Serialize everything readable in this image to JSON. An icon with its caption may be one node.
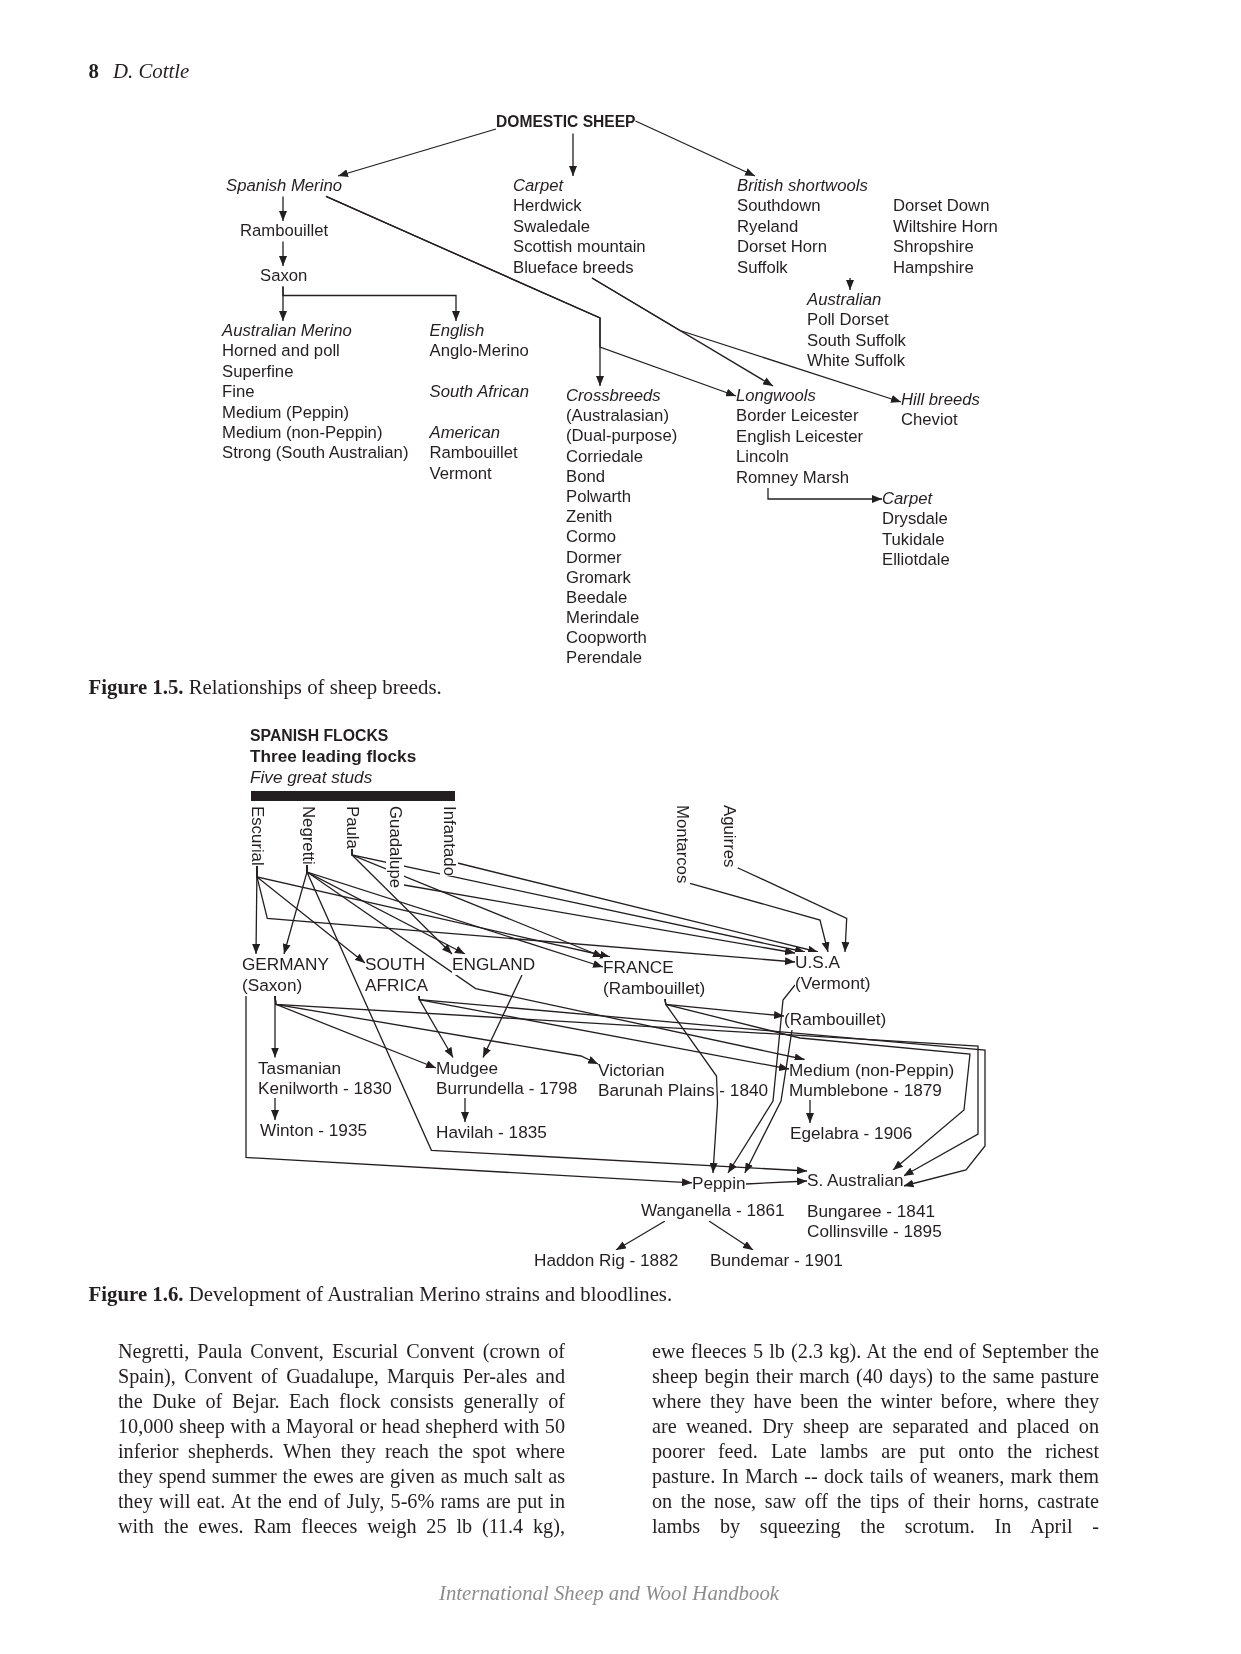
{
  "diagram": {
    "nodes": [
      {
        "text": [
          "DOMESTIC SHEEP"
        ]
      },
      {
        "text": [
          "Spanish Merino"
        ]
      },
      {
        "text": [
          "Carpet",
          "Herdwick",
          "Swaledale",
          "Scottish mountain",
          "Blueface breeds"
        ]
      },
      {
        "text": [
          "British shortwools",
          "Southdown",
          "Ryeland",
          "Dorset Horn",
          "Suffolk",
          "Dorset Down",
          "Wiltshire Horn",
          "Shropshire",
          "Hampshire"
        ]
      },
      {
        "text": [
          "Rambouillet"
        ]
      },
      {
        "text": [
          "Saxon"
        ]
      },
      {
        "text": [
          "Australian",
          "Poll Dorset",
          "South Suffolk",
          "White Suffolk"
        ]
      },
      {
        "text": [
          "Australian Merino",
          "Horned and poll",
          "Superfine",
          "Fine",
          "Medium (Peppin)",
          "Medium (non-Peppin)",
          "Strong (South Australian)"
        ]
      },
      {
        "text": [
          "English",
          "Anglo-Merino",
          "South African",
          "American",
          "Rambouillet",
          "Vermont"
        ]
      },
      {
        "text": [
          "Crossbreeds",
          "(Australasian)",
          "(Dual-purpose)",
          "Corriedale",
          "Bond",
          "Polwarth",
          "Zenith",
          "Cormo",
          "Dormer",
          "Gromark",
          "Beedale",
          "Merindale",
          "Coopworth",
          "Perendale"
        ]
      },
      {
        "text": [
          "Longwools",
          "Border Leicester",
          "English Leicester",
          "Lincoln",
          "Romney Marsh"
        ]
      },
      {
        "text": [
          "Hill breeds",
          "Cheviot"
        ]
      },
      {
        "text": [
          "Carpet",
          "Drysdale",
          "Tukidale",
          "Elliotdale"
        ]
      },
      {
        "text": [
          "SPANISH FLOCKS",
          "Three leading flocks",
          "Five great studs"
        ]
      },
      {
        "text": [
          "Escurial"
        ]
      },
      {
        "text": [
          "Negretti"
        ]
      },
      {
        "text": [
          "Paula"
        ]
      },
      {
        "text": [
          "Guadalupe"
        ]
      },
      {
        "text": [
          "Infantado"
        ]
      },
      {
        "text": [
          "Montarcos"
        ]
      },
      {
        "text": [
          "Aguirres"
        ]
      },
      {
        "text": [
          "GERMANY",
          "(Saxon)"
        ]
      },
      {
        "text": [
          "SOUTH",
          "AFRICA"
        ]
      },
      {
        "text": [
          "ENGLAND"
        ]
      },
      {
        "text": [
          "FRANCE",
          "(Rambouillet)"
        ]
      },
      {
        "text": [
          "U.S.A",
          "(Vermont)"
        ]
      },
      {
        "text": [
          "(Rambouillet)"
        ]
      },
      {
        "text": [
          "Tasmanian",
          "Kenilworth - 1830"
        ]
      },
      {
        "text": [
          "Mudgee",
          "Burrundella - 1798"
        ]
      },
      {
        "text": [
          "Victorian"
        ],
        "beside": [
          "Barunah Plains - 1840"
        ]
      },
      {
        "text": [
          "Medium (non-Peppin)",
          "Mumblebone - 1879"
        ]
      },
      {
        "text": [
          "Winton - 1935"
        ]
      },
      {
        "text": [
          "Havilah - 1835"
        ]
      },
      {
        "text": [
          "Egelabra - 1906"
        ]
      },
      {
        "text": [
          "Peppin"
        ]
      },
      {
        "text": [
          "S. Australian"
        ],
        "beside": [
          "Bungaree - 1841",
          "Collinsville - 1895"
        ]
      },
      {
        "text": [
          "Wanganella - 1861"
        ]
      },
      {
        "text": [
          "Haddon Rig - 1882"
        ]
      },
      {
        "text": [
          "Bundemar - 1901"
        ]
      }
    ],
    "edges": [
      {
        "from": 0,
        "to": 1,
        "arrow": "to"
      },
      {
        "from": 0,
        "to": 2,
        "arrow": "to"
      },
      {
        "from": 0,
        "to": 3,
        "arrow": "to"
      },
      {
        "from": 1,
        "to": 4,
        "arrow": "to"
      },
      {
        "from": 4,
        "to": 5,
        "arrow": "to"
      },
      {
        "from": 5,
        "to": 7,
        "arrow": "to"
      },
      {
        "from": 5,
        "to": 8,
        "arrow": "to"
      },
      {
        "from": 3,
        "to": 6,
        "arrow": "to"
      },
      {
        "from": 1,
        "to": 9,
        "arrow": "to"
      },
      {
        "from": 1,
        "to": 10,
        "arrow": "to"
      },
      {
        "from": 2,
        "to": 10,
        "arrow": "to"
      },
      {
        "from": 2,
        "to": 11,
        "arrow": "to"
      },
      {
        "from": 10,
        "to": 12,
        "arrow": "to"
      },
      {
        "from": 14,
        "to": 21,
        "arrow": "to"
      },
      {
        "from": 14,
        "to": 22,
        "arrow": "to"
      },
      {
        "from": 14,
        "to": 24,
        "arrow": "to"
      },
      {
        "from": 14,
        "to": 25,
        "arrow": "to"
      },
      {
        "from": 15,
        "to": 21,
        "arrow": "to"
      },
      {
        "from": 15,
        "to": 23,
        "arrow": "to"
      },
      {
        "from": 15,
        "to": 24,
        "arrow": "to"
      },
      {
        "from": 15,
        "to": 35,
        "arrow": "to"
      },
      {
        "from": 15,
        "to": 30,
        "arrow": "to"
      },
      {
        "from": 16,
        "to": 23,
        "arrow": "to"
      },
      {
        "from": 16,
        "to": 24,
        "arrow": "to"
      },
      {
        "from": 16,
        "to": 25,
        "arrow": "to"
      },
      {
        "from": 17,
        "to": 25,
        "arrow": "to"
      },
      {
        "from": 18,
        "to": 25,
        "arrow": "to"
      },
      {
        "from": 19,
        "to": 25,
        "arrow": "to"
      },
      {
        "from": 20,
        "to": 25,
        "arrow": "to"
      },
      {
        "from": 21,
        "to": 27,
        "arrow": "to"
      },
      {
        "from": 21,
        "to": 28,
        "arrow": "to"
      },
      {
        "from": 21,
        "to": 29,
        "arrow": "to"
      },
      {
        "from": 21,
        "to": 35,
        "arrow": "to"
      },
      {
        "from": 21,
        "to": 34,
        "arrow": "to"
      },
      {
        "from": 22,
        "to": 28,
        "arrow": "to"
      },
      {
        "from": 22,
        "to": 30,
        "arrow": "to"
      },
      {
        "from": 22,
        "to": 35,
        "arrow": "to"
      },
      {
        "from": 23,
        "to": 28,
        "arrow": "to"
      },
      {
        "from": 24,
        "to": 26,
        "arrow": "to"
      },
      {
        "from": 24,
        "to": 34,
        "arrow": "to"
      },
      {
        "from": 24,
        "to": 35,
        "arrow": "to"
      },
      {
        "from": 25,
        "to": 34,
        "arrow": "to"
      },
      {
        "from": 26,
        "to": 34,
        "arrow": "to"
      },
      {
        "from": 34,
        "to": 35,
        "arrow": "to"
      },
      {
        "from": 27,
        "to": 31,
        "arrow": "to"
      },
      {
        "from": 28,
        "to": 32,
        "arrow": "to"
      },
      {
        "from": 30,
        "to": 33,
        "arrow": "to"
      },
      {
        "from": 36,
        "to": 37,
        "arrow": "to"
      },
      {
        "from": 36,
        "to": 38,
        "arrow": "to"
      }
    ],
    "labels": [
      "8",
      "D. Cottle",
      "**Figure 1.5.** Relationships of sheep breeds.",
      "**Figure 1.6.** Development of Australian Merino strains and bloodlines.",
      "Negretti, Paula Convent, Escurial Convent (crown of Spain), Convent of Guadalupe, Marquis Per-ales and the Duke of Bejar. Each flock consists generally of 10,000 sheep with a Mayoral or head shepherd with 50 inferior shepherds. When they reach the spot where they spend summer the ewes are given as much salt as they will eat. At the end of July, 5-6% rams are put in with the ewes. Ram fleeces weigh 25 lb (11.4 kg),",
      "ewe fleeces 5 lb (2.3 kg). At the end of September the sheep begin their march (40 days) to the same pasture where they have been the winter before, where they are weaned. Dry sheep are separated and placed on poorer feed. Late lambs are put onto the richest pasture. In March -- dock tails of weaners, mark them on the nose, saw off the tips of their horns, castrate lambs by squeezing the scrotum. In April -",
      "International Sheep and Wool Handbook"
    ]
  }
}
